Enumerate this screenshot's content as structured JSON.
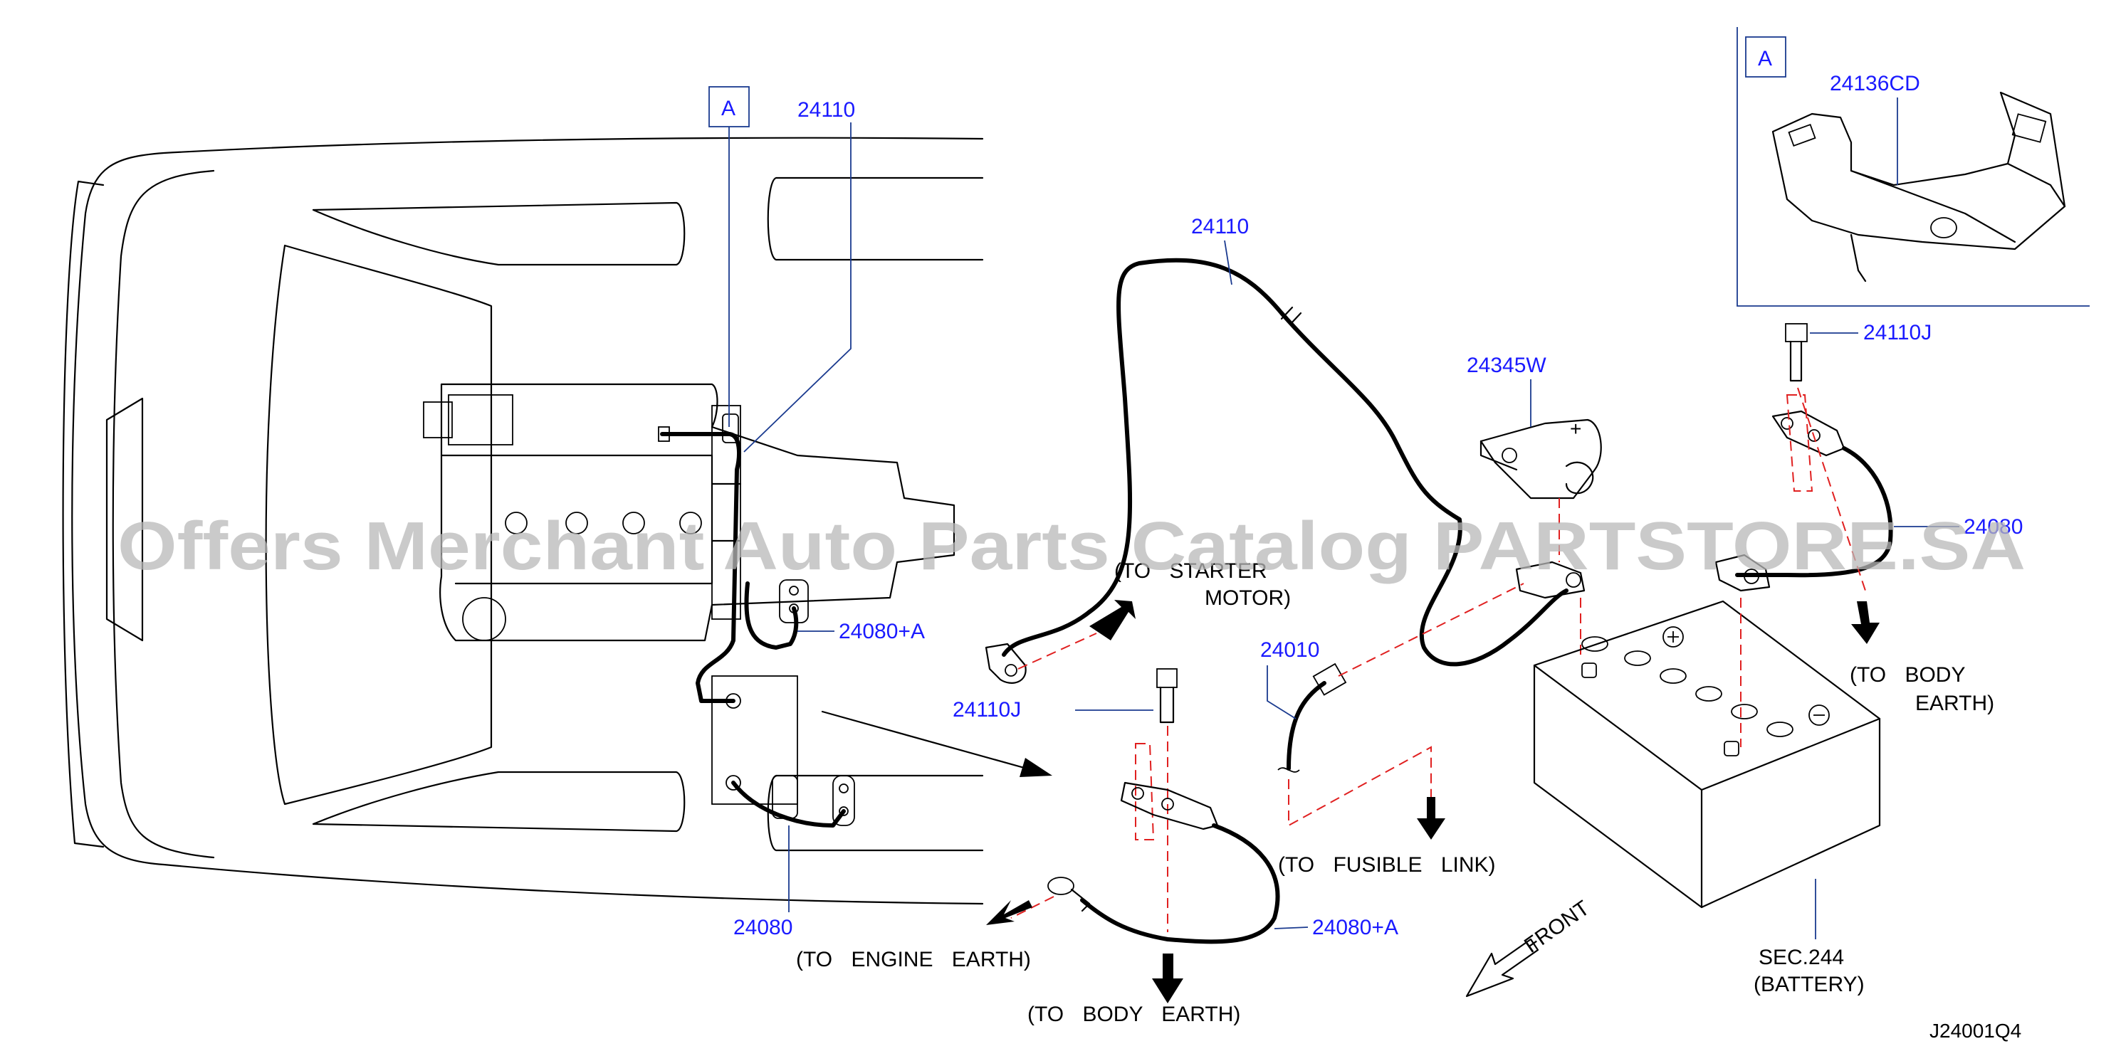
{
  "parts": {
    "ref_a_main": "A",
    "ref_a_inset": "A",
    "p24110_top": "24110",
    "p24110_center": "24110",
    "p24136CD": "24136CD",
    "p24110J_right": "24110J",
    "p24345W": "24345W",
    "p24080_right": "24080",
    "p24080A_upper": "24080+A",
    "p24110J_left": "24110J",
    "p24010": "24010",
    "p24080A_lower": "24080+A",
    "p24080_bottom": "24080"
  },
  "notes": {
    "to_starter": "(TO  STARTER",
    "to_starter_2": "MOTOR)",
    "to_fusible": "(TO  FUSIBLE  LINK)",
    "to_engine_earth": "(TO  ENGINE  EARTH)",
    "to_body_earth_bottom": "(TO  BODY  EARTH)",
    "to_body_earth_right": "(TO  BODY",
    "to_body_earth_right_2": "EARTH)",
    "sec": "SEC.244",
    "battery": "(BATTERY)",
    "front": "FRONT"
  },
  "figure_id": "J24001Q4",
  "watermark": "Offers Merchant Auto Parts Catalog PARTSTORE.SA"
}
